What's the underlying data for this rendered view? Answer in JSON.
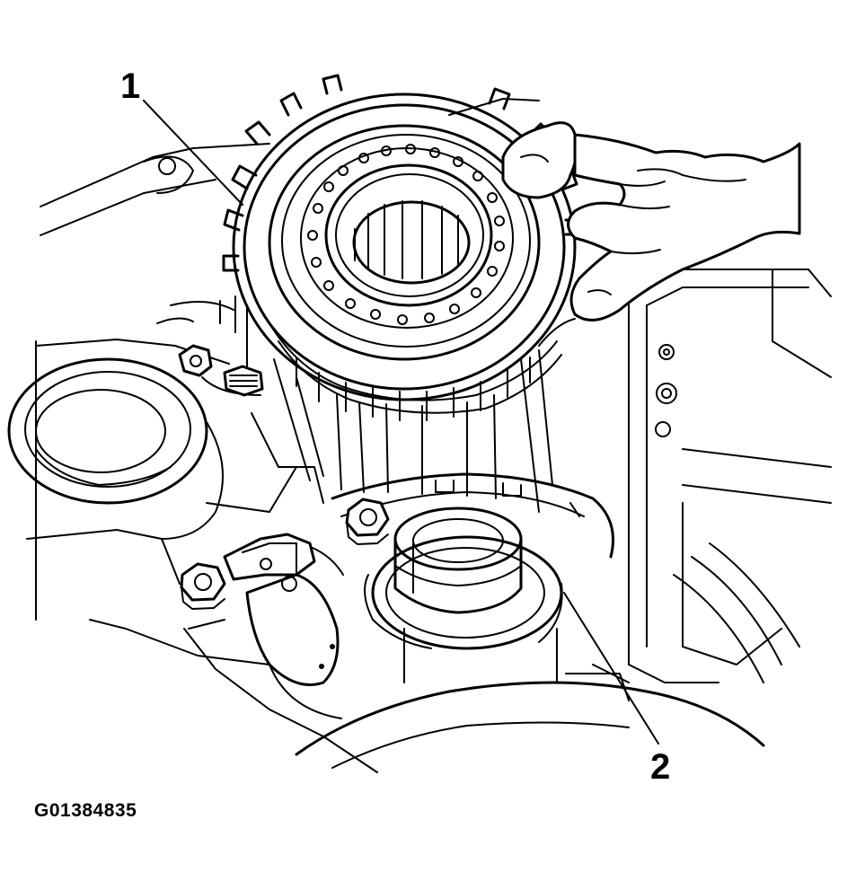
{
  "labels": {
    "callout_1": "1",
    "callout_2": "2",
    "figure_id": "G01384835"
  }
}
